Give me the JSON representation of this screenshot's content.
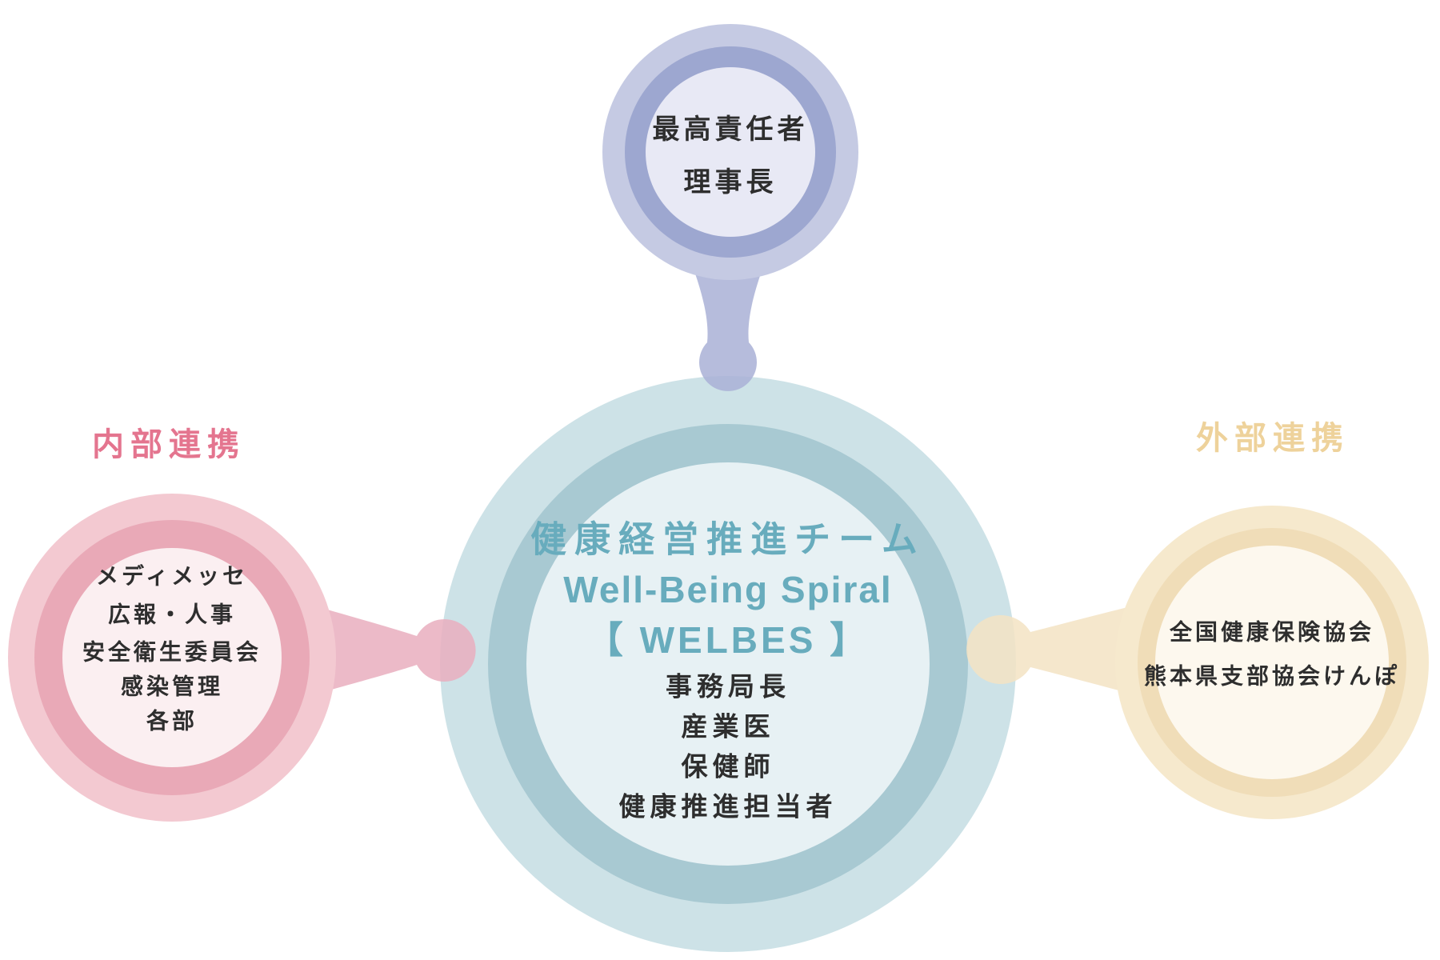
{
  "diagram": {
    "top_circle": {
      "lines": [
        "最高責任者",
        "理事長"
      ]
    },
    "center_circle": {
      "title_jp": "健康経営推進チーム",
      "title_en": "Well-Being Spiral",
      "title_abbr": "【 WELBES 】",
      "members": [
        "事務局長",
        "産業医",
        "保健師",
        "健康推進担当者"
      ]
    },
    "left_label": "内部連携",
    "left_circle": {
      "lines": [
        "メディメッセ",
        "広報・人事",
        "安全衛生委員会",
        "感染管理",
        "各部"
      ]
    },
    "right_label": "外部連携",
    "right_circle": {
      "lines": [
        "全国健康保険協会",
        "熊本県支部協会けんぽ"
      ]
    },
    "colors": {
      "teal_outer": "#cde2e7",
      "teal_mid": "#a8c9d2",
      "teal_inner": "#e7f1f4",
      "purple_outer": "#c5cae3",
      "purple_mid": "#9da7d0",
      "purple_inner": "#e8e9f5",
      "pink_outer": "#f3c9d1",
      "pink_mid": "#e9a9b7",
      "pink_inner": "#fbeff1",
      "yellow_outer": "#f6e9cd",
      "yellow_mid": "#f0ddb8",
      "yellow_inner": "#fdf8ee",
      "purple_connector": "#a9b0d6",
      "pink_connector": "#e9aebe",
      "yellow_connector": "#f3e3c3",
      "teal_text": "#68acbd",
      "dark_text": "#2e2e2e",
      "left_label_color": "#e4758f",
      "right_label_color": "#eed29b"
    }
  }
}
